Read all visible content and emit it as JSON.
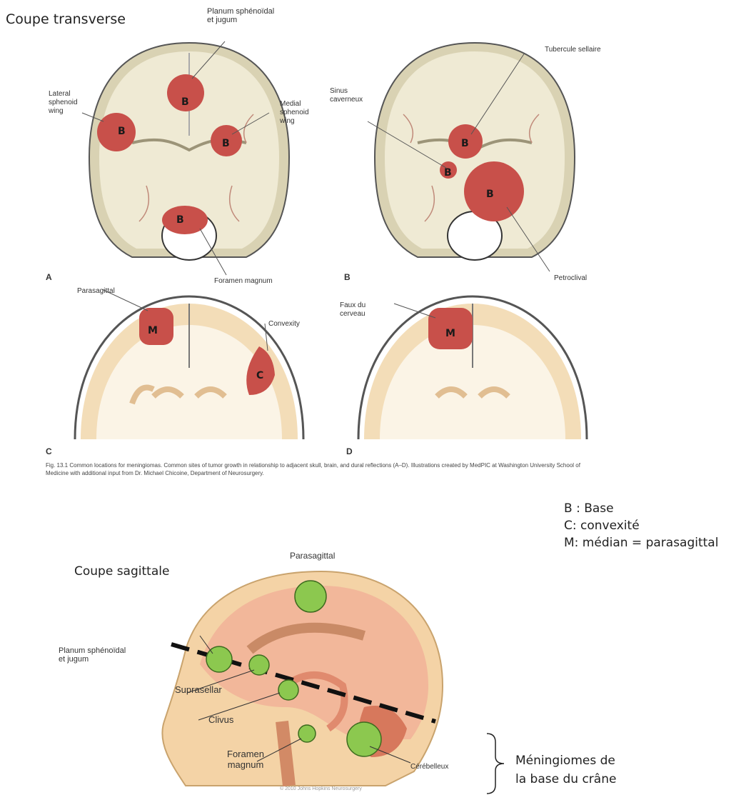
{
  "top_title": "Coupe transverse",
  "panel_a": {
    "letter": "A",
    "labels": {
      "planum": "Planum sphénoïdal\net jugum",
      "lateral": "Lateral\nsphenoid\nwing",
      "medial": "Medial\nsphenoid\nwing",
      "foramen": "Foramen magnum"
    },
    "tumors": [
      "B",
      "B",
      "B",
      "B"
    ]
  },
  "panel_b": {
    "letter": "B",
    "labels": {
      "tubercule": "Tubercule sellaire",
      "sinus": "Sinus\ncaverneux",
      "petroclival": "Petroclival"
    },
    "tumors": [
      "B",
      "B",
      "B"
    ]
  },
  "panel_c": {
    "letter": "C",
    "labels": {
      "parasagittal": "Parasagittal",
      "convexity": "Convexity"
    },
    "tumors": [
      "M",
      "C"
    ]
  },
  "panel_d": {
    "letter": "D",
    "labels": {
      "faux": "Faux du\ncerveau"
    },
    "tumors": [
      "M"
    ]
  },
  "caption": "Fig. 13.1 Common locations for meningiomas. Common sites of tumor growth in relationship to adjacent skull, brain, and dural reflections (A–D). Illustrations created by MedPIC at Washington University School of Medicine with additional input from Dr. Michael Chicoine, Department of Neurosurgery.",
  "legend": [
    "B : Base",
    "C: convexité",
    "M: médian = parasagittal"
  ],
  "sagittal": {
    "title": "Coupe sagittale",
    "labels": {
      "parasagittal": "Parasagittal",
      "planum": "Planum sphénoïdal\net jugum",
      "suprasellar": "Suprasellar",
      "clivus": "Clivus",
      "foramen": "Foramen\nmagnum",
      "cerebelleux": "Cérébelleux"
    },
    "copyright": "© 2010 Johns Hopkins Neurosurgery",
    "bracket_label": "Méningiomes de\nla base du crâne"
  },
  "colors": {
    "tumor_red": "#c8504a",
    "tumor_green": "#8cc84f",
    "bone": "#e9e3c9",
    "brain": "#f2c9a0"
  }
}
